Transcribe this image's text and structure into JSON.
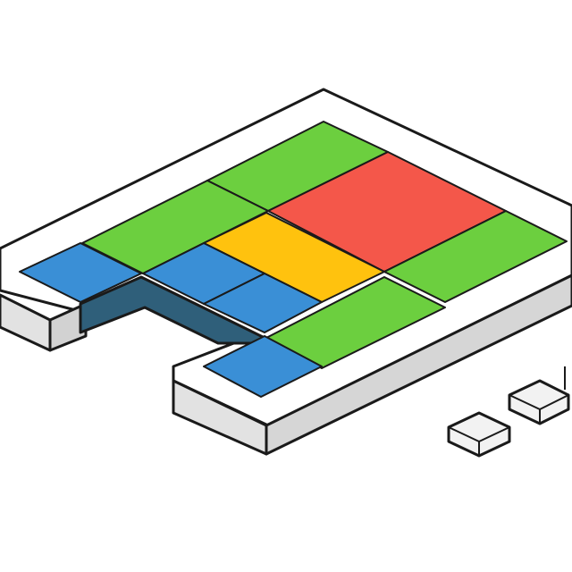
{
  "scene": {
    "type": "isometric-block-puzzle-board",
    "colors": {
      "background": "#ffffff",
      "board_top": "#ffffff",
      "board_side": "#e4e4e4",
      "board_side_dark": "#cfcfcf",
      "well_dark": "#2f5f7a",
      "blue": "#3a8fd6",
      "green": "#6ccf3f",
      "yellow": "#ffc20e",
      "red": "#f4574a",
      "stroke": "#1a1a1a"
    },
    "tiles": [
      {
        "id": "green-top",
        "color": "green"
      },
      {
        "id": "red-big",
        "color": "red"
      },
      {
        "id": "green-left",
        "color": "green"
      },
      {
        "id": "yellow-bar",
        "color": "yellow"
      },
      {
        "id": "green-right",
        "color": "green"
      },
      {
        "id": "green-lower",
        "color": "green"
      },
      {
        "id": "blue-left",
        "color": "blue"
      },
      {
        "id": "blue-mid-1",
        "color": "blue"
      },
      {
        "id": "blue-mid-2",
        "color": "blue"
      },
      {
        "id": "blue-bottom",
        "color": "blue"
      }
    ],
    "loose_pieces": [
      {
        "id": "loose-piece-1",
        "color": "white"
      },
      {
        "id": "loose-piece-2",
        "color": "white"
      }
    ]
  }
}
